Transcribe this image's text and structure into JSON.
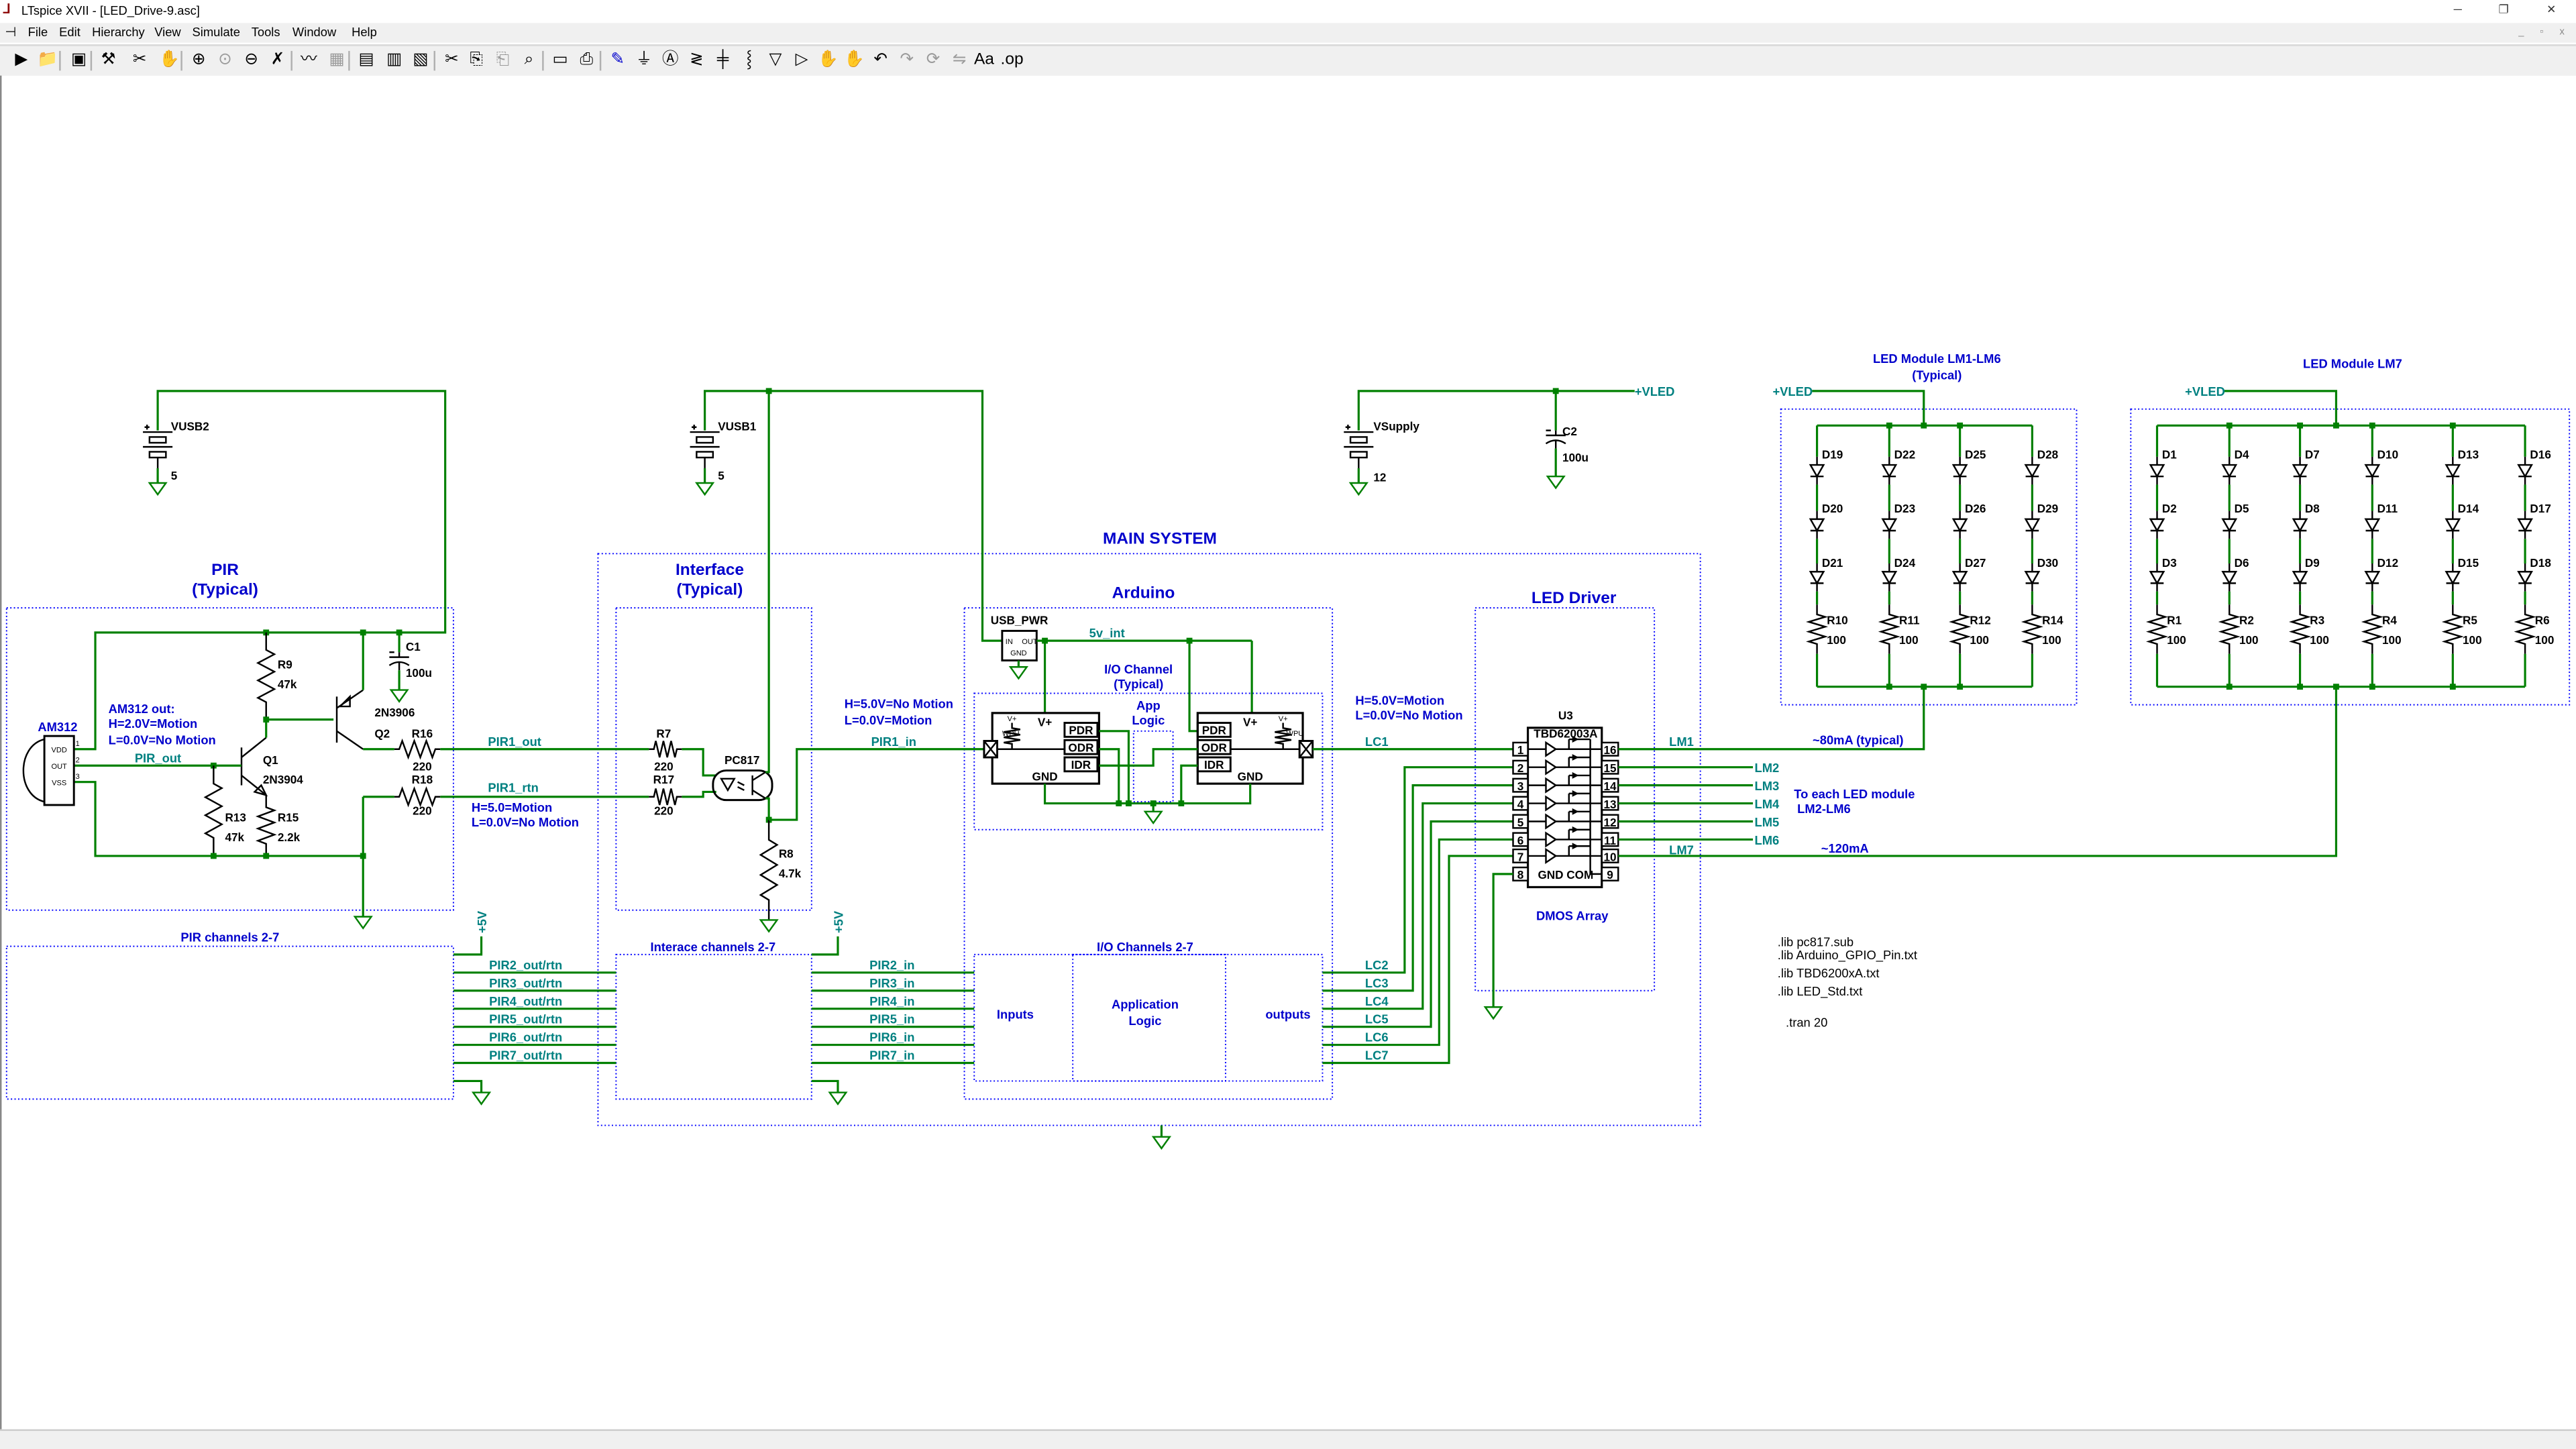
{
  "window": {
    "title": "LTspice XVII - [LED_Drive-9.asc]",
    "controls": {
      "minimize": "─",
      "restore": "❐",
      "close": "✕"
    }
  },
  "menu": {
    "items": [
      "File",
      "Edit",
      "Hierarchy",
      "View",
      "Simulate",
      "Tools",
      "Window",
      "Help"
    ]
  },
  "toolbar": {
    "icons": [
      "run-icon",
      "open-icon",
      "save-icon",
      "control-panel-icon",
      "halt-icon",
      "pan-icon",
      "zoom-in-icon",
      "zoom-fit-icon",
      "zoom-out-icon",
      "cancel-zoom-icon",
      "autorange-icon",
      "waveform-grid-icon",
      "tile-horizontal-icon",
      "cascade-icon",
      "tile-vertical-icon",
      "cut-icon",
      "copy-icon",
      "paste-icon",
      "find-icon",
      "print-preview-icon",
      "print-icon",
      "draw-wire-icon",
      "ground-icon",
      "net-label-icon",
      "resistor-icon",
      "capacitor-icon",
      "inductor-icon",
      "diode-icon",
      "component-icon",
      "move-icon",
      "drag-icon",
      "undo-icon",
      "redo-icon",
      "rotate-icon",
      "mirror-icon",
      "text-icon",
      "spice-directive-icon"
    ]
  },
  "schematic": {
    "sections": {
      "pir_title": "PIR",
      "pir_sub": "(Typical)",
      "interface_title": "Interface",
      "interface_sub": "(Typical)",
      "main": "MAIN SYSTEM",
      "arduino": "Arduino",
      "led_driver": "LED Driver",
      "io_channel": "I/O Channel",
      "io_channel_sub": "(Typical)",
      "app": "App",
      "logic": "Logic",
      "pir_channels": "PIR channels 2-7",
      "interface_channels": "Interace channels 2-7",
      "io_channels": "I/O Channels 2-7",
      "inputs": "Inputs",
      "application": "Application",
      "application_logic": "Logic",
      "outputs": "outputs",
      "dmos": "DMOS Array",
      "led_module_a": "LED Module LM1-LM6",
      "led_module_a_sub": "(Typical)",
      "led_module_b": "LED Module LM7"
    },
    "notes": {
      "am312_1": "AM312 out:",
      "am312_2": "H=2.0V=Motion",
      "am312_3": "L=0.0V=No Motion",
      "pir1_1": "H=5.0=Motion",
      "pir1_2": "L=0.0V=No Motion",
      "if_1": "H=5.0V=No Motion",
      "if_2": "L=0.0V=Motion",
      "lc_1": "H=5.0V=Motion",
      "lc_2": "L=0.0V=No Motion",
      "lm1_current": "~80mA (typical)",
      "lm7_current": "~120mA",
      "to_each_1": "To each LED module",
      "to_each_2": "LM2-LM6"
    },
    "components": {
      "vusb2": {
        "name": "VUSB2",
        "value": "5"
      },
      "vusb1": {
        "name": "VUSB1",
        "value": "5"
      },
      "vsupply": {
        "name": "VSupply",
        "value": "12"
      },
      "c1": {
        "name": "C1",
        "value": "100u"
      },
      "c2": {
        "name": "C2",
        "value": "100u"
      },
      "r9": {
        "name": "R9",
        "value": "47k"
      },
      "r13": {
        "name": "R13",
        "value": "47k"
      },
      "r15": {
        "name": "R15",
        "value": "2.2k"
      },
      "r16": {
        "name": "R16",
        "value": "220"
      },
      "r18": {
        "name": "R18",
        "value": "220"
      },
      "r7": {
        "name": "R7",
        "value": "220"
      },
      "r17": {
        "name": "R17",
        "value": "220"
      },
      "r8": {
        "name": "R8",
        "value": "4.7k"
      },
      "q1": {
        "name": "Q1",
        "value": "2N3904"
      },
      "q2": {
        "name": "Q2",
        "value": "2N3906"
      },
      "am312": {
        "name": "AM312",
        "pins": [
          "VDD",
          "OUT",
          "VSS"
        ],
        "pin_numbers": [
          "1",
          "2",
          "3"
        ]
      },
      "pc817": {
        "name": "PC817"
      },
      "usb_pwr": {
        "name": "USB_PWR",
        "pins": [
          "IN",
          "OUT",
          "GND"
        ]
      },
      "gpio": {
        "vplus": "V+",
        "gnd": "GND",
        "pdr": "PDR",
        "odr": "ODR",
        "idr": "IDR",
        "wpu": "WPU",
        "wpu_v": "V+"
      },
      "u3": {
        "name": "U3",
        "value": "TBD62003A",
        "left_pins": [
          "1",
          "2",
          "3",
          "4",
          "5",
          "6",
          "7",
          "8"
        ],
        "right_pins": [
          "16",
          "15",
          "14",
          "13",
          "12",
          "11",
          "10",
          "9"
        ],
        "gnd_com": "GND COM"
      }
    },
    "led_modules": {
      "vled": "+VLED",
      "a": {
        "diodes": [
          [
            "D19",
            "D20",
            "D21"
          ],
          [
            "D22",
            "D23",
            "D24"
          ],
          [
            "D25",
            "D26",
            "D27"
          ],
          [
            "D28",
            "D29",
            "D30"
          ]
        ],
        "resistors": [
          "R10",
          "R11",
          "R12",
          "R14"
        ],
        "value": "100"
      },
      "b": {
        "diodes": [
          [
            "D1",
            "D2",
            "D3"
          ],
          [
            "D4",
            "D5",
            "D6"
          ],
          [
            "D7",
            "D8",
            "D9"
          ],
          [
            "D10",
            "D11",
            "D12"
          ],
          [
            "D13",
            "D14",
            "D15"
          ],
          [
            "D16",
            "D17",
            "D18"
          ]
        ],
        "resistors": [
          "R1",
          "R2",
          "R3",
          "R4",
          "R5",
          "R6"
        ],
        "value": "100"
      }
    },
    "nets": {
      "pir_out": "PIR_out",
      "pir1_out": "PIR1_out",
      "pir1_rtn": "PIR1_rtn",
      "pir1_in": "PIR1_in",
      "lc1": "LC1",
      "v5_int": "5v_int",
      "vled": "+VLED",
      "lm1": "LM1",
      "lm7": "LM7",
      "plus5v": "+5V",
      "pir_ch": [
        "PIR2_out/rtn",
        "PIR3_out/rtn",
        "PIR4_out/rtn",
        "PIR5_out/rtn",
        "PIR6_out/rtn",
        "PIR7_out/rtn"
      ],
      "pir_in": [
        "PIR2_in",
        "PIR3_in",
        "PIR4_in",
        "PIR5_in",
        "PIR6_in",
        "PIR7_in"
      ],
      "lc": [
        "LC2",
        "LC3",
        "LC4",
        "LC5",
        "LC6",
        "LC7"
      ],
      "lm": [
        "LM2",
        "LM3",
        "LM4",
        "LM5",
        "LM6"
      ]
    },
    "directives": [
      ".lib pc817.sub",
      ".lib Arduino_GPIO_Pin.txt",
      ".lib TBD6200xA.txt",
      ".lib LED_Std.txt",
      ".tran 20"
    ],
    "colors": {
      "wire": "#008000",
      "annotation": "#0000cc",
      "net_label": "#008080",
      "box": "#0000ff"
    }
  }
}
